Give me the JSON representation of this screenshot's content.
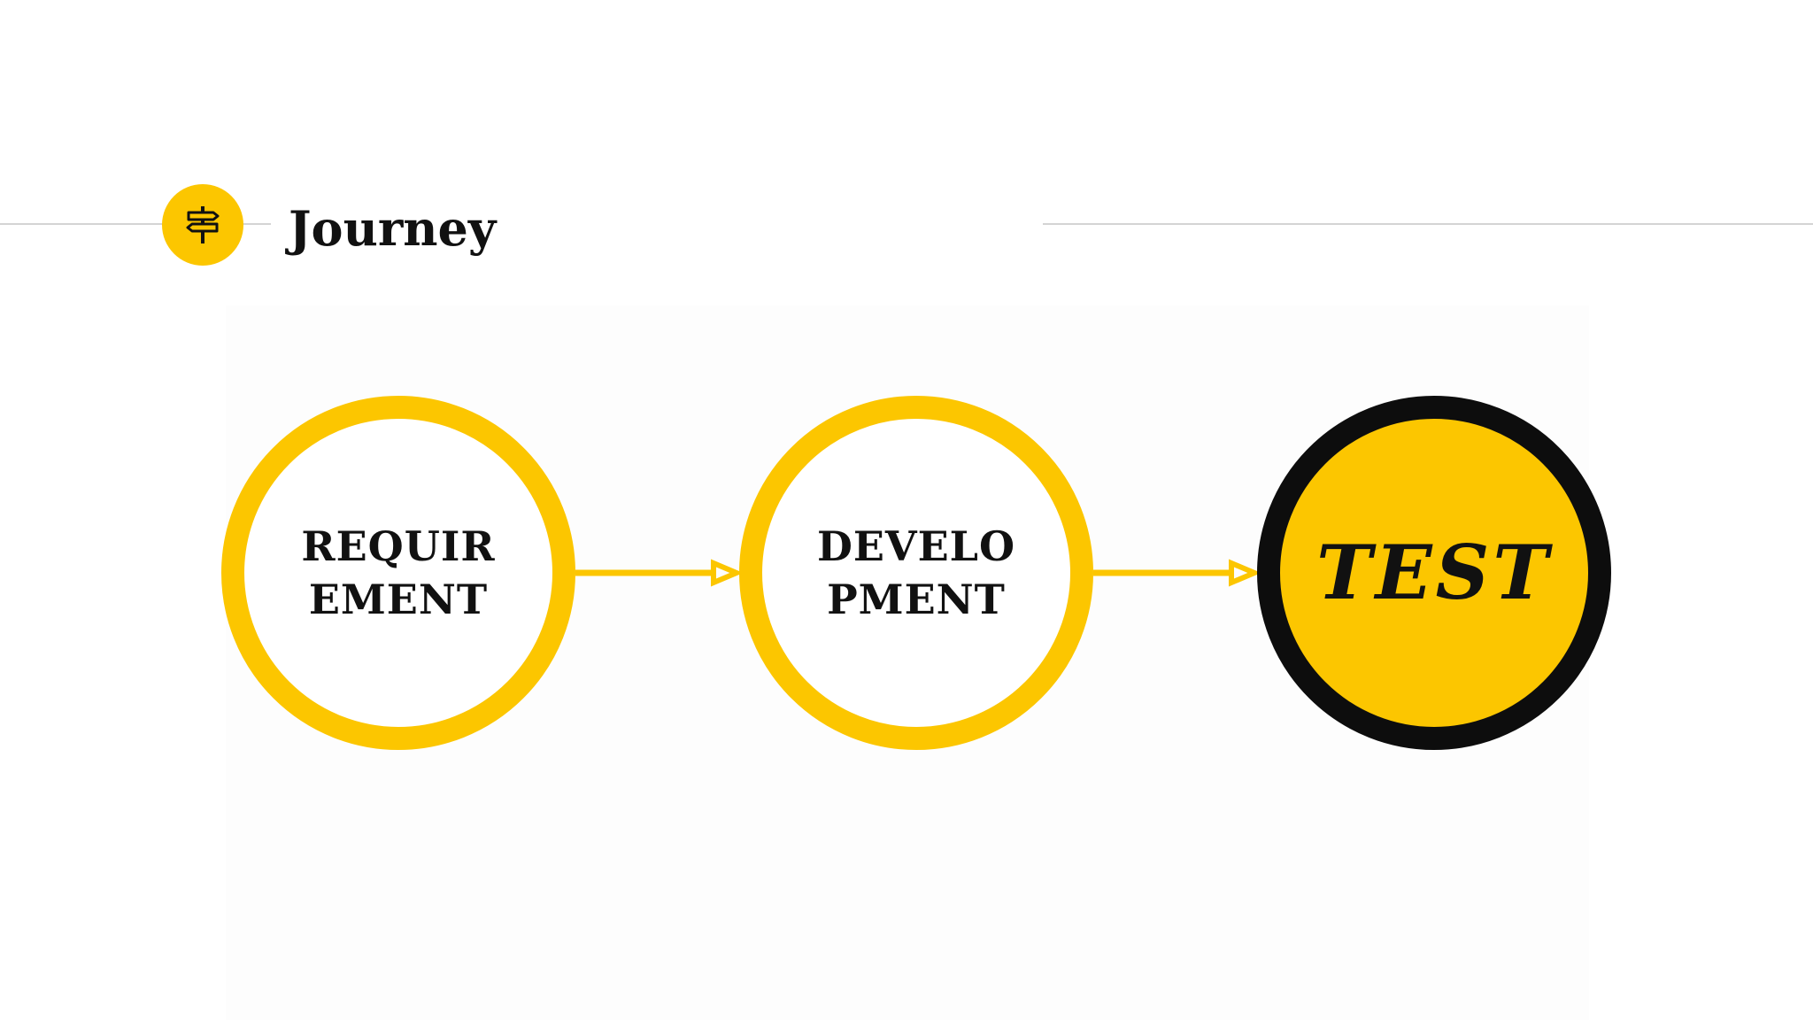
{
  "header": {
    "title": "Journey",
    "icon": "signpost-icon"
  },
  "steps": [
    {
      "lines": [
        "REQUIR",
        "EMENT"
      ],
      "icon": ""
    },
    {
      "lines": [
        "DEVELO",
        "PMENT"
      ],
      "icon": ""
    },
    {
      "lines": [
        "TEST"
      ],
      "icon": ""
    }
  ],
  "colors": {
    "accent": "#fcc600",
    "dark": "#0d0d0d",
    "rule": "#d4d4d4"
  }
}
